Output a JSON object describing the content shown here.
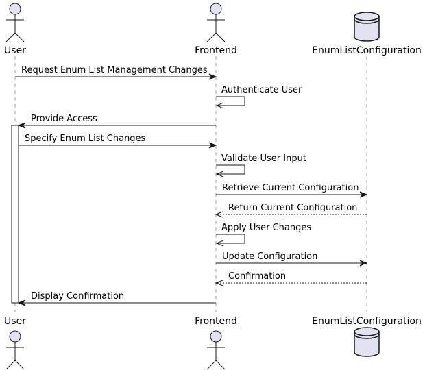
{
  "participants": [
    {
      "id": "user",
      "label": "User",
      "shape": "actor"
    },
    {
      "id": "frontend",
      "label": "Frontend",
      "shape": "actor"
    },
    {
      "id": "config",
      "label": "EnumListConfiguration",
      "shape": "database"
    }
  ],
  "messages": [
    {
      "from": "user",
      "to": "frontend",
      "label": "Request Enum List Management Changes",
      "style": "solid"
    },
    {
      "from": "frontend",
      "to": "frontend",
      "label": "Authenticate User",
      "style": "solid"
    },
    {
      "from": "frontend",
      "to": "user",
      "label": "Provide Access",
      "style": "solid"
    },
    {
      "from": "user",
      "to": "frontend",
      "label": "Specify Enum List Changes",
      "style": "solid"
    },
    {
      "from": "frontend",
      "to": "frontend",
      "label": "Validate User Input",
      "style": "solid"
    },
    {
      "from": "frontend",
      "to": "config",
      "label": "Retrieve Current Configuration",
      "style": "solid"
    },
    {
      "from": "config",
      "to": "frontend",
      "label": "Return Current Configuration",
      "style": "dashed"
    },
    {
      "from": "frontend",
      "to": "frontend",
      "label": "Apply User Changes",
      "style": "solid"
    },
    {
      "from": "frontend",
      "to": "config",
      "label": "Update Configuration",
      "style": "solid"
    },
    {
      "from": "config",
      "to": "frontend",
      "label": "Confirmation",
      "style": "dashed"
    },
    {
      "from": "frontend",
      "to": "user",
      "label": "Display Confirmation",
      "style": "solid"
    }
  ],
  "activations": [
    {
      "participant": "user",
      "from_message": 2,
      "to_message": 10
    }
  ],
  "colors": {
    "shape_fill": "#E2E2F0",
    "stroke": "#181818",
    "lifeline": "#A0A0A0",
    "background": "#FFFFFF"
  }
}
